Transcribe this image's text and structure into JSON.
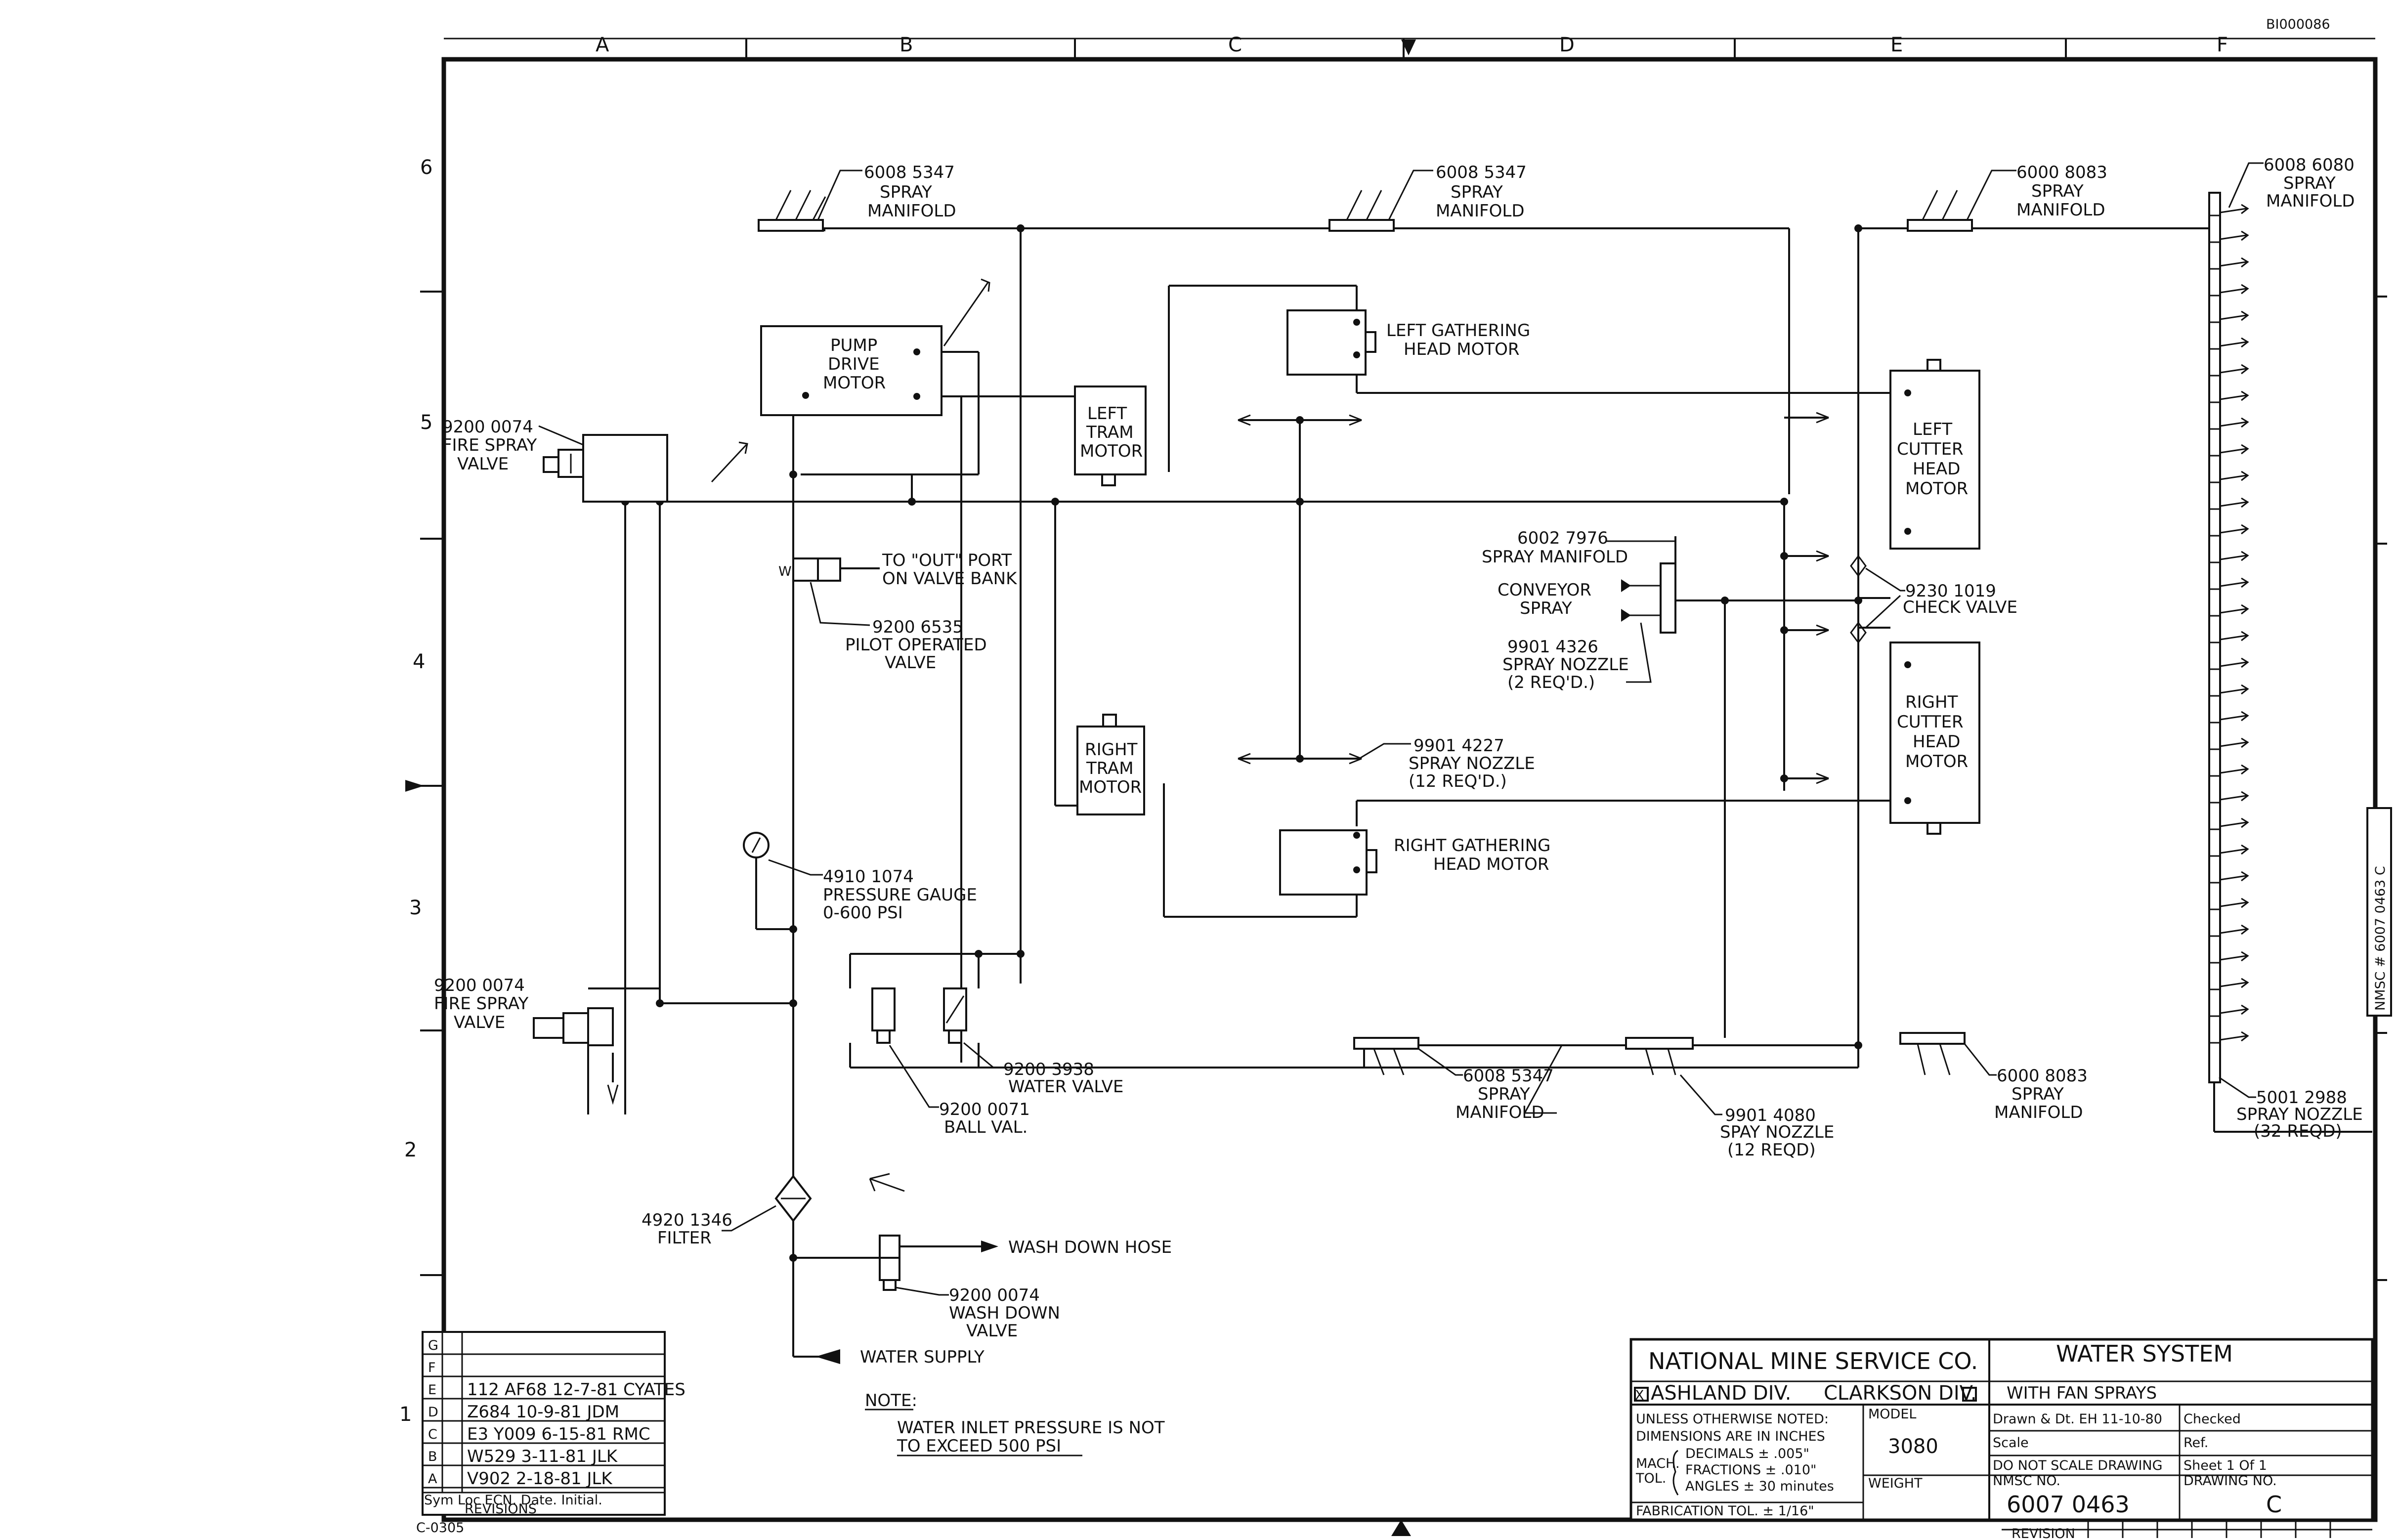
{
  "corner_id": "BI000086",
  "zone_cols": [
    "A",
    "B",
    "C",
    "D",
    "E",
    "F"
  ],
  "zone_rows": [
    "6",
    "5",
    "4",
    "3",
    "2",
    "1"
  ],
  "components": {
    "spray_manifold_1": {
      "part": "6008 5347",
      "name": "SPRAY",
      "name2": "MANIFOLD"
    },
    "spray_manifold_2": {
      "part": "6008 5347",
      "name": "SPRAY",
      "name2": "MANIFOLD"
    },
    "spray_manifold_3": {
      "part": "6000 8083",
      "name": "SPRAY",
      "name2": "MANIFOLD"
    },
    "spray_manifold_4": {
      "part": "6008 6080",
      "name": "SPRAY",
      "name2": "MANIFOLD"
    },
    "pump_drive_motor": {
      "l1": "PUMP",
      "l2": "DRIVE",
      "l3": "MOTOR"
    },
    "left_tram_motor": {
      "l1": "LEFT",
      "l2": "TRAM",
      "l3": "MOTOR"
    },
    "right_tram_motor": {
      "l1": "RIGHT",
      "l2": "TRAM",
      "l3": "MOTOR"
    },
    "left_gathering": {
      "l1": "LEFT GATHERING",
      "l2": "HEAD MOTOR"
    },
    "right_gathering": {
      "l1": "RIGHT GATHERING",
      "l2": "HEAD MOTOR"
    },
    "left_cutter": {
      "l1": "LEFT",
      "l2": "CUTTER",
      "l3": "HEAD",
      "l4": "MOTOR"
    },
    "right_cutter": {
      "l1": "RIGHT",
      "l2": "CUTTER",
      "l3": "HEAD",
      "l4": "MOTOR"
    },
    "fire_valve_top": {
      "part": "9200 0074",
      "l1": "FIRE SPRAY",
      "l2": "VALVE"
    },
    "fire_valve_bottom": {
      "part": "9200 0074",
      "l1": "FIRE SPRAY",
      "l2": "VALVE"
    },
    "to_out_port": {
      "l1": "TO \"OUT\" PORT",
      "l2": "ON VALVE BANK"
    },
    "pilot_valve": {
      "part": "9200 6535",
      "l1": "PILOT OPERATED",
      "l2": "VALVE"
    },
    "conveyor_manifold": {
      "part": "6002 7976",
      "l1": "SPRAY MANIFOLD"
    },
    "conveyor_spray": {
      "l1": "CONVEYOR",
      "l2": "SPRAY"
    },
    "conveyor_nozzle": {
      "part": "9901 4326",
      "l1": "SPRAY NOZZLE",
      "l2": "(2 REQ'D.)"
    },
    "check_valve": {
      "part": "9230 1019",
      "l1": "CHECK VALVE"
    },
    "spray_nozzle_12": {
      "part": "9901 4227",
      "l1": "SPRAY NOZZLE",
      "l2": "(12 REQ'D.)"
    },
    "pressure_gauge": {
      "part": "4910 1074",
      "l1": "PRESSURE GAUGE",
      "l2": "0-600 PSI"
    },
    "water_valve": {
      "part": "9200 3938",
      "l1": "WATER VALVE"
    },
    "ball_valve": {
      "part": "9200 0071",
      "l1": "BALL VAL."
    },
    "bottom_manifold_1": {
      "part": "6008 5347",
      "l1": "SPRAY",
      "l2": "MANIFOLD"
    },
    "bottom_nozzle": {
      "part": "9901 4080",
      "l1": "SPAY NOZZLE",
      "l2": "(12 REQD)"
    },
    "bottom_manifold_2": {
      "part": "6000 8083",
      "l1": "SPRAY",
      "l2": "MANIFOLD"
    },
    "fan_nozzle": {
      "part": "5001 2988",
      "l1": "SPRAY NOZZLE",
      "l2": "(32 REQD)"
    },
    "filter": {
      "part": "4920 1346",
      "l1": "FILTER"
    },
    "wash_down_hose": {
      "l1": "WASH DOWN HOSE"
    },
    "wash_down_valve": {
      "part": "9200 0074",
      "l1": "WASH DOWN",
      "l2": "VALVE"
    },
    "water_supply": {
      "l1": "WATER SUPPLY"
    }
  },
  "note": {
    "title": "NOTE:",
    "l1": "WATER INLET PRESSURE IS NOT",
    "l2": "TO EXCEED 500 PSI"
  },
  "revisions": {
    "rows": [
      {
        "sym": "G",
        "text": ""
      },
      {
        "sym": "F",
        "text": ""
      },
      {
        "sym": "E",
        "text": "112 AF68 12-7-81 CYATES"
      },
      {
        "sym": "D",
        "text": "Z684  10-9-81  JDM"
      },
      {
        "sym": "C",
        "text": "E3 Y009  6-15-81  RMC"
      },
      {
        "sym": "B",
        "text": "W529  3-11-81  JLK"
      },
      {
        "sym": "A",
        "text": "V902  2-18-81  JLK"
      }
    ],
    "footer1": "Sym Loc  ECN. Date. Initial.",
    "footer2": "REVISIONS",
    "form_no": "C-0305"
  },
  "title_block": {
    "company": "NATIONAL MINE SERVICE CO.",
    "div1": "ASHLAND DIV.",
    "div2": "CLARKSON DIV.",
    "title": "WATER SYSTEM",
    "subtitle": "WITH FAN SPRAYS",
    "tol1": "UNLESS OTHERWISE NOTED:",
    "tol2": "DIMENSIONS ARE IN INCHES",
    "tol_dec": "DECIMALS ± .005\"",
    "tol_frac": "FRACTIONS ± .010\"",
    "tol_ang": "ANGLES ± 30 minutes",
    "mach": "MACH.",
    "tol": "TOL.",
    "fab": "FABRICATION TOL. ± 1/16\"",
    "model_lbl": "MODEL",
    "model": "3080",
    "weight_lbl": "WEIGHT",
    "drawn": "Drawn & Dt. EH 11-10-80",
    "checked": "Checked",
    "scale": "Scale",
    "ref": "Ref.",
    "no_scale": "DO NOT SCALE DRAWING",
    "sheet": "Sheet  1  Of  1",
    "nmsc_lbl": "NMSC NO.",
    "drawing_no": "6007 0463",
    "rev_lbl": "DRAWING NO.",
    "rev": "C",
    "revision_lbl": "REVISION"
  },
  "side_tab": "NMSC # 6007 0463  C"
}
